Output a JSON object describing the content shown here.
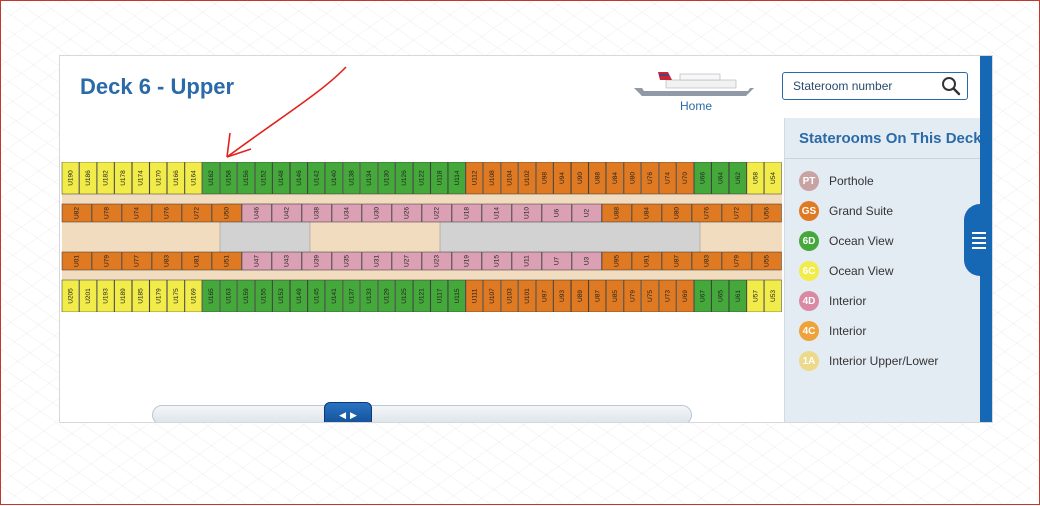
{
  "page": {
    "title": "Deck 6 - Upper"
  },
  "header": {
    "home_label": "Home"
  },
  "search": {
    "placeholder": "Stateroom number"
  },
  "legend": {
    "title": "Staterooms On This Deck",
    "items": [
      {
        "code": "PT",
        "label": "Porthole",
        "color": "#c9a3a3"
      },
      {
        "code": "GS",
        "label": "Grand Suite",
        "color": "#e07a22"
      },
      {
        "code": "6D",
        "label": "Ocean View",
        "color": "#45a83b"
      },
      {
        "code": "6C",
        "label": "Ocean View",
        "color": "#f2ec4a"
      },
      {
        "code": "4D",
        "label": "Interior",
        "color": "#d98aa2"
      },
      {
        "code": "4C",
        "label": "Interior",
        "color": "#f0a23a"
      },
      {
        "code": "1A",
        "label": "Interior Upper/Lower",
        "color": "#ecd98a"
      }
    ]
  },
  "deck_map": {
    "top_outer": [
      "U190",
      "U186",
      "U182",
      "U178",
      "U174",
      "U170",
      "U166",
      "U164",
      "U162",
      "U158",
      "U156",
      "U152",
      "U148",
      "U146",
      "U142",
      "U140",
      "U138",
      "U134",
      "U130",
      "U126",
      "U122",
      "U118",
      "U114",
      "U112",
      "U108",
      "U104",
      "U102",
      "U98",
      "U94",
      "U90",
      "U88",
      "U84",
      "U80",
      "U76",
      "U74",
      "U70",
      "U66",
      "U64",
      "U62",
      "U58",
      "U54"
    ],
    "top_inner": [
      "U82",
      "U78",
      "U74",
      "U76",
      "U72",
      "U50",
      "U46",
      "U42",
      "U38",
      "U34",
      "U30",
      "U26",
      "U22",
      "U18",
      "U14",
      "U10",
      "U6",
      "U2",
      "U88",
      "U84",
      "U80",
      "U76",
      "U72",
      "U56"
    ],
    "bottom_inner": [
      "U01",
      "U79",
      "U77",
      "U83",
      "U81",
      "U51",
      "U47",
      "U43",
      "U39",
      "U35",
      "U31",
      "U27",
      "U23",
      "U19",
      "U15",
      "U11",
      "U7",
      "U3",
      "U95",
      "U91",
      "U87",
      "U83",
      "U79",
      "U55"
    ],
    "bottom_outer": [
      "U205",
      "U201",
      "U193",
      "U189",
      "U185",
      "U179",
      "U175",
      "U169",
      "U165",
      "U163",
      "U159",
      "U155",
      "U153",
      "U149",
      "U145",
      "U141",
      "U137",
      "U133",
      "U129",
      "U125",
      "U121",
      "U117",
      "U115",
      "U111",
      "U107",
      "U103",
      "U101",
      "U97",
      "U93",
      "U89",
      "U87",
      "U85",
      "U79",
      "U75",
      "U73",
      "U69",
      "U67",
      "U65",
      "U61",
      "U57",
      "U53"
    ],
    "colors": {
      "yellow": "#f2ec4a",
      "green": "#45a83b",
      "orange": "#e07a22",
      "pink": "#dba0b4",
      "gray": "#d2d2d2",
      "tan": "#f2dcc0"
    }
  }
}
